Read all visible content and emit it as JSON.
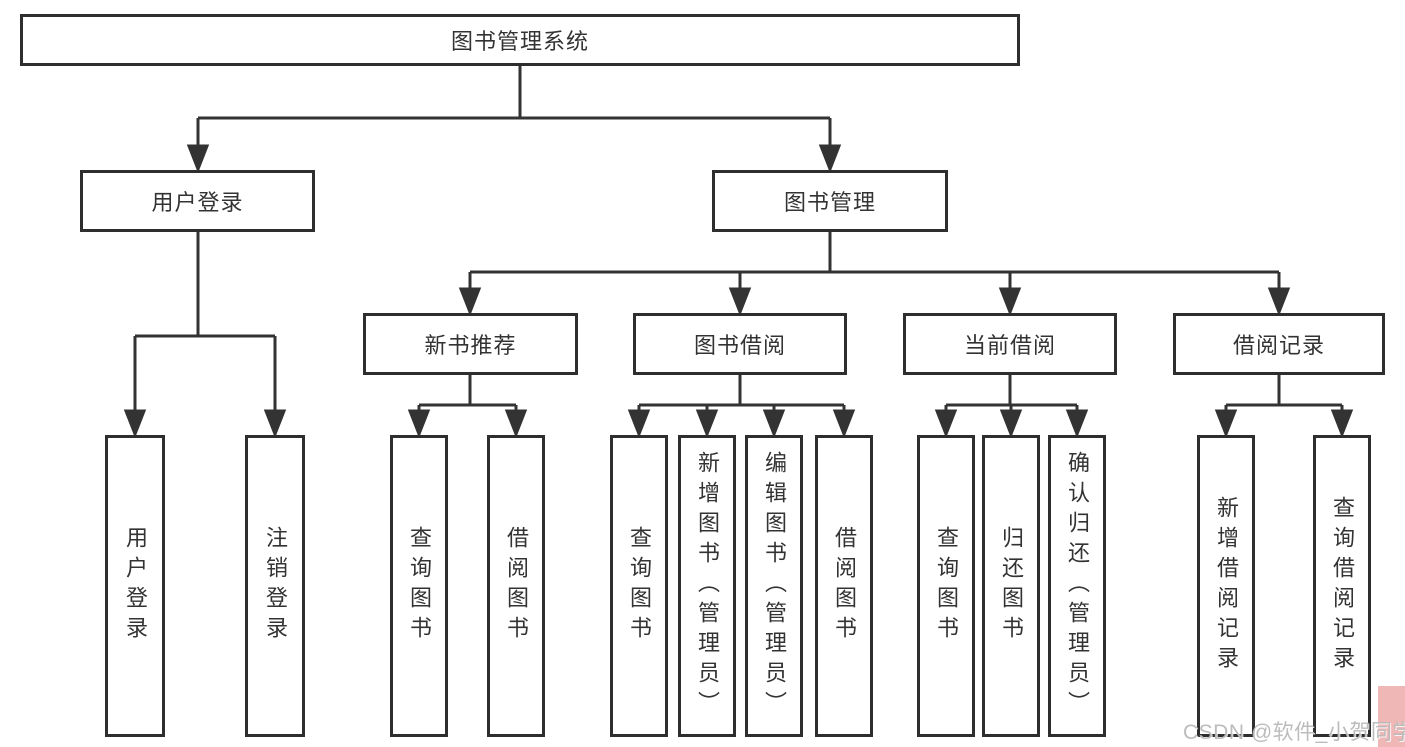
{
  "diagram": {
    "root": {
      "label": "图书管理系统"
    },
    "branches": [
      {
        "label": "用户登录",
        "children": [
          {
            "label": "用户登录"
          },
          {
            "label": "注销登录"
          }
        ]
      },
      {
        "label": "图书管理",
        "children": [
          {
            "label": "新书推荐",
            "children": [
              {
                "label": "查询图书"
              },
              {
                "label": "借阅图书"
              }
            ]
          },
          {
            "label": "图书借阅",
            "children": [
              {
                "label": "查询图书"
              },
              {
                "label": "新增图书（管理员）"
              },
              {
                "label": "编辑图书（管理员）"
              },
              {
                "label": "借阅图书"
              }
            ]
          },
          {
            "label": "当前借阅",
            "children": [
              {
                "label": "查询图书"
              },
              {
                "label": "归还图书"
              },
              {
                "label": "确认归还（管理员）"
              }
            ]
          },
          {
            "label": "借阅记录",
            "children": [
              {
                "label": "新增借阅记录"
              },
              {
                "label": "查询借阅记录"
              }
            ]
          }
        ]
      }
    ]
  },
  "watermark": {
    "text": "CSDN @软件_小贺同学"
  },
  "colors": {
    "line": "#333333",
    "box_border": "#2e2e2e",
    "text": "#333333",
    "watermark_text": "#b9b8b8",
    "corner_accent": "#f0b7b7",
    "background": "#ffffff"
  }
}
